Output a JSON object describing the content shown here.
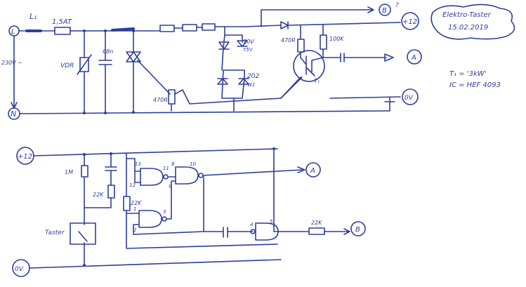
{
  "schematic_top": {
    "input_phase": "L",
    "neutral": "N",
    "voltage": "230V ~",
    "inductor": "L₁",
    "fuse": "1,5AT",
    "vdr": "VDR",
    "capacitor_68n": "68n",
    "resistor_470r_triac": "470R",
    "zener_1": "70V",
    "zener_1_type": "Y5V",
    "zener_2": "202",
    "zener_2_type": "W1",
    "resistor_470r_opto": "470R",
    "resistor_100k": "100K",
    "transistor": "T₁",
    "output_b": "B",
    "question": "?",
    "plus_12": "+12",
    "input_a": "A",
    "ground": "0V"
  },
  "notes": {
    "title": "Elektro-Taster",
    "date": "15.02.2019",
    "t1": "T₁ = '3kW'",
    "ic": "IC = HEF 4093"
  },
  "schematic_bottom": {
    "plus_12": "+12",
    "r_1m": "1M",
    "r_22k_left": "22K",
    "r_22k_mid": "22K",
    "r_22k_out": "22K",
    "switch": "Taster",
    "ground": "0V",
    "output_a": "A",
    "output_b": "B",
    "pins": {
      "p13": "13",
      "p12": "12",
      "p11": "11",
      "p8": "8",
      "p9": "9",
      "p10": "10",
      "p1": "1",
      "p2": "2",
      "p3": "3",
      "p4": "4",
      "p5": "5"
    }
  }
}
